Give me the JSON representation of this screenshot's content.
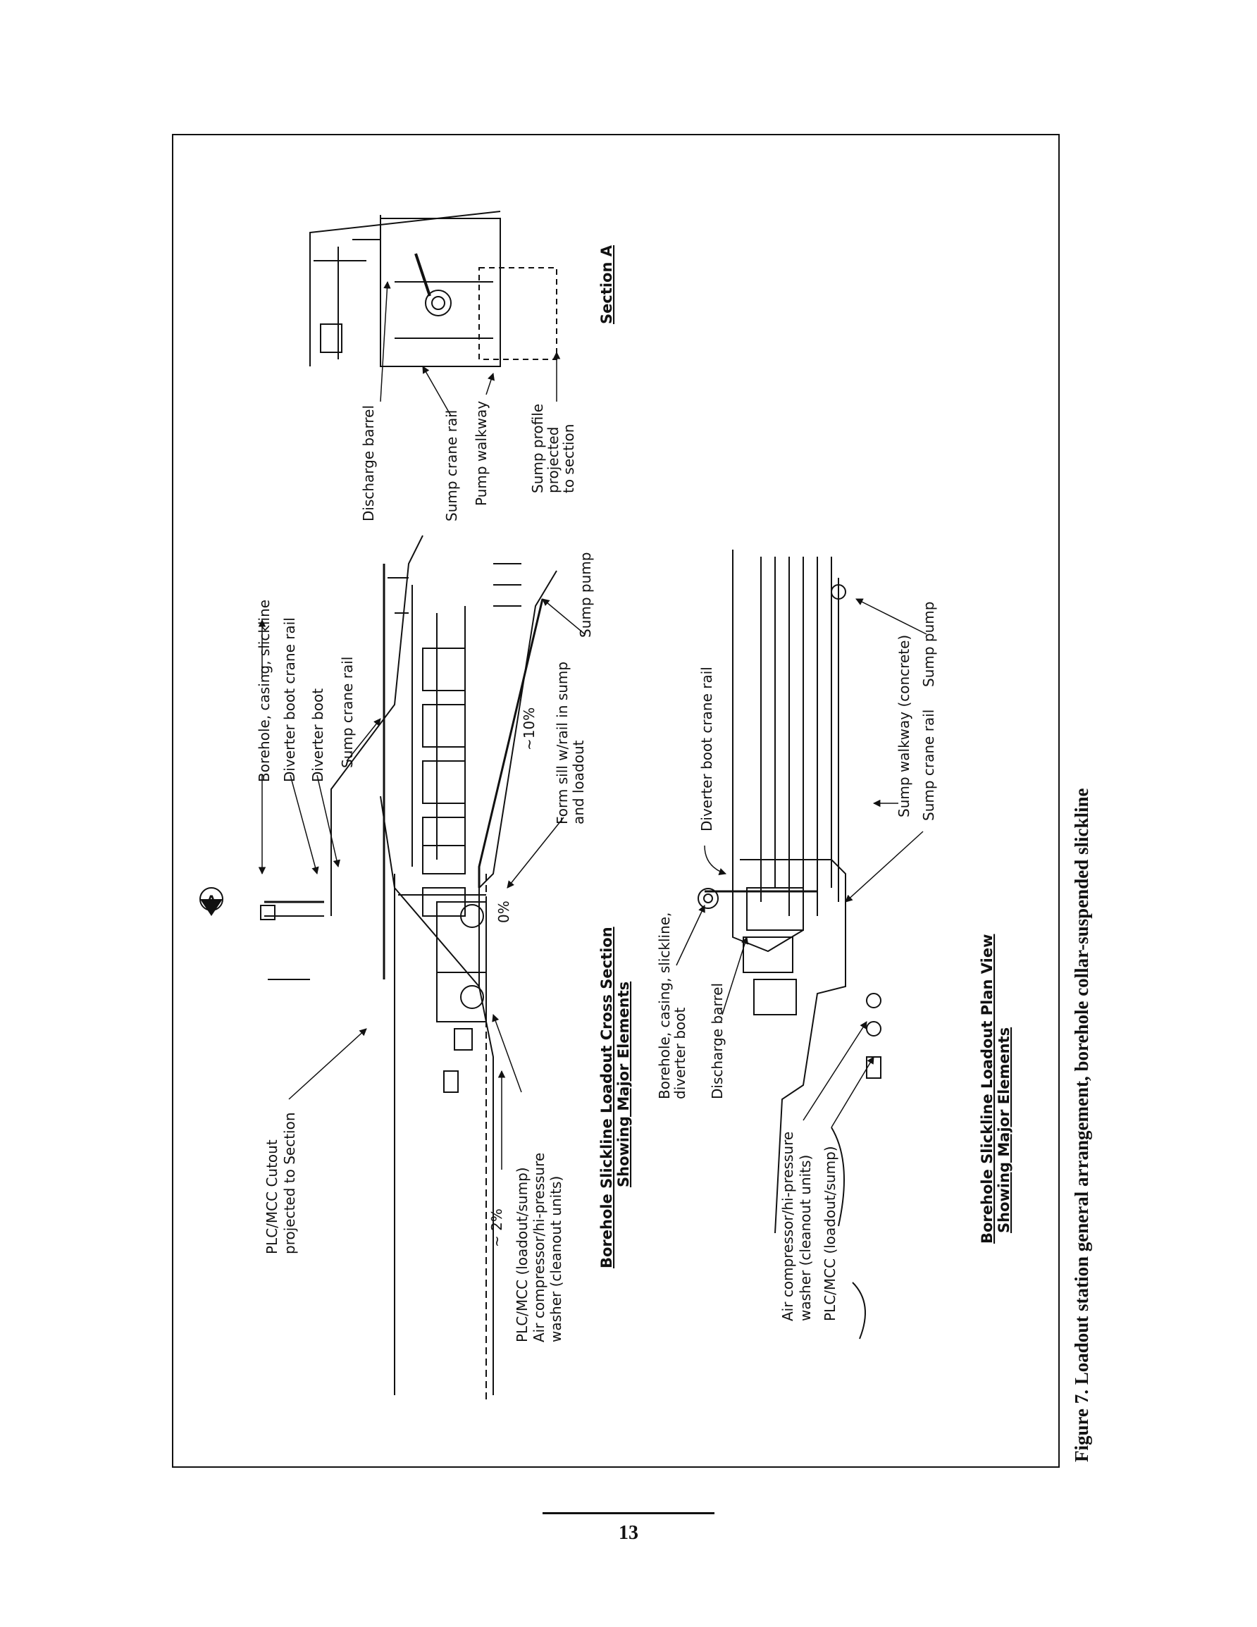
{
  "section_a": {
    "title": "Section A",
    "labels": {
      "discharge_barrel": "Discharge barrel",
      "sump_crane_rail": "Sump crane rail",
      "pump_walkway": "Pump walkway",
      "sump_profile_1": "Sump profile",
      "sump_profile_2": "projected",
      "sump_profile_3": "to section"
    }
  },
  "cross_section": {
    "title_1": "Borehole Slickline Loadout Cross Section",
    "title_2": "Showing Major Elements",
    "section_marker": "A",
    "labels": {
      "borehole": "Borehole, casing, slickline",
      "diverter_boot_crane_rail": "Diverter boot crane rail",
      "diverter_boot": "Diverter boot",
      "sump_crane_rail": "Sump crane rail",
      "plc_cutout_1": "PLC/MCC Cutout",
      "plc_cutout_2": "projected to Section",
      "slope_2": "~ 2%",
      "slope_0": "0%",
      "slope_10": "~10%",
      "plc_units_1": "PLC/MCC (loadout/sump)",
      "plc_units_2": "Air compressor/hi-pressure",
      "plc_units_3": "washer (cleanout units)",
      "form_sill_1": "Form sill w/rail in sump",
      "form_sill_2": "and loadout",
      "sump_pump": "Sump pump"
    }
  },
  "plan_view": {
    "title_1": "Borehole Slickline Loadout Plan View",
    "title_2": "Showing Major Elements",
    "labels": {
      "diverter_boot_crane_rail": "Diverter boot crane rail",
      "borehole_1": "Borehole, casing, slickline,",
      "borehole_2": "diverter boot",
      "discharge_barrel": "Discharge barrel",
      "sump_walkway": "Sump walkway (concrete)",
      "sump_pump": "Sump pump",
      "sump_crane_rail": "Sump crane rail",
      "air_comp_1": "Air compressor/hi-pressure",
      "air_comp_2": "washer (cleanout units)",
      "plc": "PLC/MCC (loadout/sump)"
    }
  },
  "caption": "Figure 7.  Loadout station general arrangement, borehole collar-suspended slickline",
  "page_number": "13"
}
